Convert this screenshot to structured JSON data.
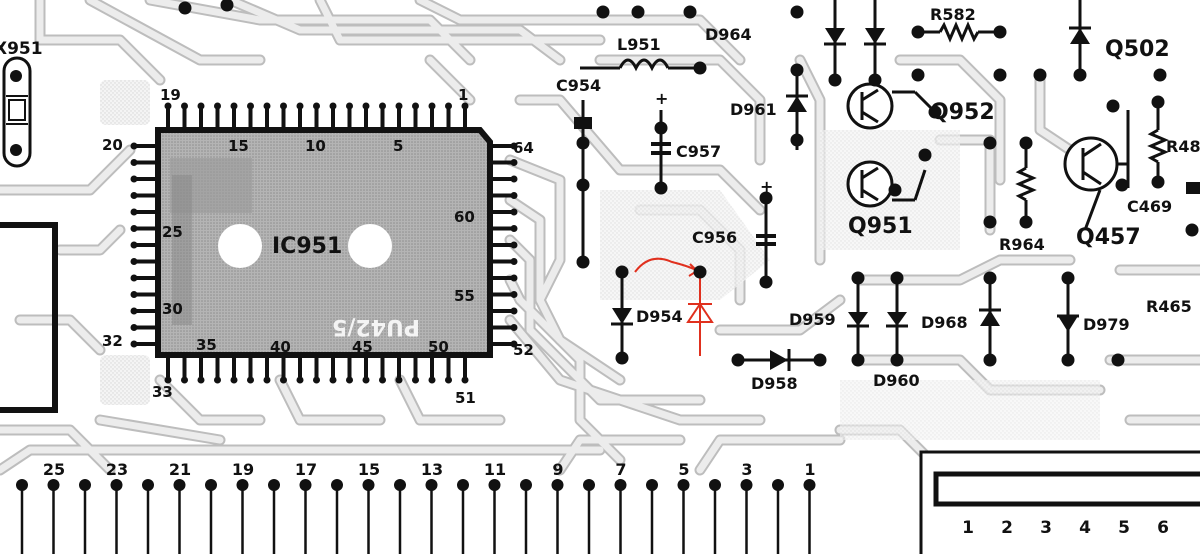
{
  "board": {
    "ic": {
      "name": "IC951",
      "marking": "PU42/5"
    },
    "ic_pin_numbers": {
      "top": [
        "19",
        "15",
        "10",
        "5",
        "1"
      ],
      "right": [
        "64",
        "60",
        "55",
        "52"
      ],
      "bottom": [
        "33",
        "35",
        "40",
        "45",
        "50",
        "51"
      ],
      "left": [
        "20",
        "25",
        "30",
        "32"
      ]
    },
    "components": {
      "x951": "X951",
      "l951": "L951",
      "c954": "C954",
      "c957": "C957",
      "c956": "C956",
      "d964": "D964",
      "d961": "D961",
      "d954": "D954",
      "d958": "D958",
      "d959": "D959",
      "d960": "D960",
      "d968": "D968",
      "d979": "D979",
      "q952": "Q952",
      "q951": "Q951",
      "q502": "Q502",
      "q457": "Q457",
      "r582": "R582",
      "r964": "R964",
      "r465": "R465",
      "r48": "R48",
      "c469": "C469"
    },
    "header_pins": [
      "25",
      "23",
      "21",
      "19",
      "17",
      "15",
      "13",
      "11",
      "9",
      "7",
      "5",
      "3",
      "1"
    ],
    "connector_pins": [
      "1",
      "2",
      "3",
      "4",
      "5",
      "6"
    ],
    "capacitor_polarity": "+",
    "colors": {
      "trace": "#dedede",
      "trace_edge": "#bcbcbc",
      "ink": "#111111",
      "ic_body": "#aaaaaa",
      "annotation": "#e0301e"
    }
  }
}
